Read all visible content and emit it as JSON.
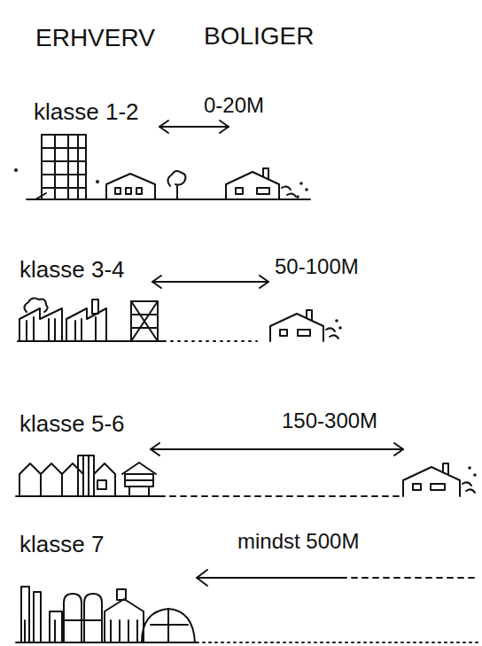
{
  "diagram": {
    "labels": [
      "ERHVERV",
      "BOLIGER",
      "klasse 1-2",
      "0-20M",
      "klasse 3-4",
      "50-100M",
      "klasse 5-6",
      "150-300M",
      "klasse 7",
      "mindst 500M"
    ]
  }
}
